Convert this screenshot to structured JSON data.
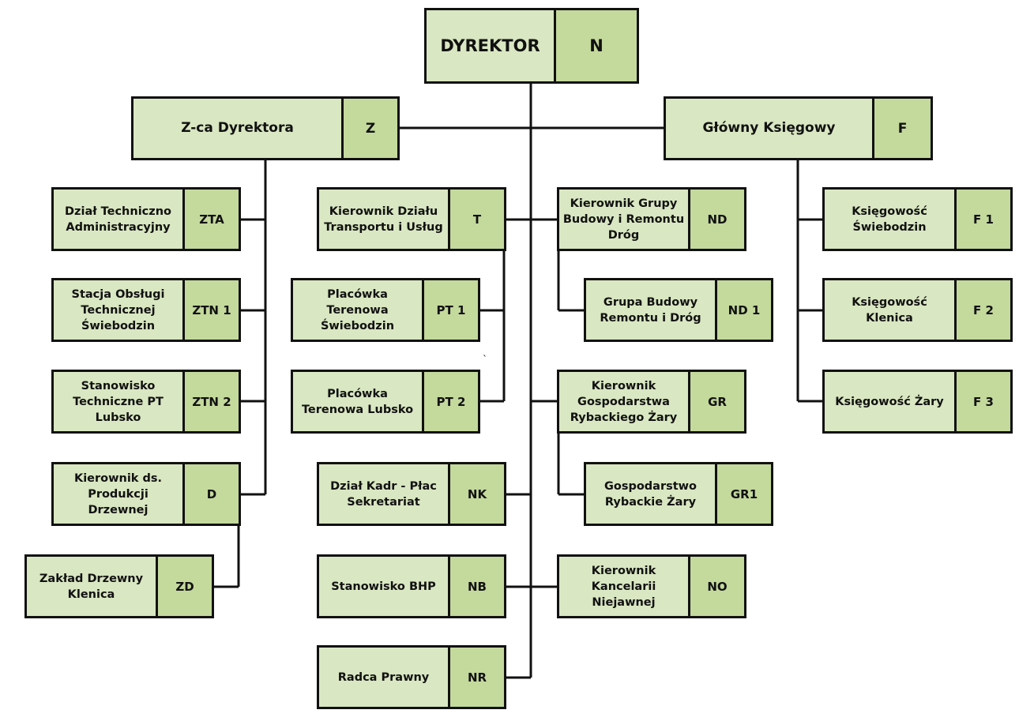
{
  "units": [
    {
      "id": "dyr",
      "label": "DYREKTOR",
      "code": "N"
    },
    {
      "id": "zca",
      "label": "Z-ca Dyrektora",
      "code": "Z"
    },
    {
      "id": "gk",
      "label": "Główny Księgowy",
      "code": "F"
    },
    {
      "id": "zta",
      "label": "Dział Techniczno\nAdministracyjny",
      "code": "ZTA"
    },
    {
      "id": "ztn1",
      "label": "Stacja Obsługi\nTechnicznej\nŚwiebodzin",
      "code": "ZTN 1"
    },
    {
      "id": "ztn2",
      "label": "Stanowisko\nTechniczne PT\nLubsko",
      "code": "ZTN 2"
    },
    {
      "id": "d",
      "label": "Kierownik ds.\nProdukcji\nDrzewnej",
      "code": "D"
    },
    {
      "id": "zd",
      "label": "Zakład Drzewny\nKlenica",
      "code": "ZD"
    },
    {
      "id": "t",
      "label": "Kierownik Działu\nTransportu i Usług",
      "code": "T"
    },
    {
      "id": "pt1",
      "label": "Placówka\nTerenowa\nŚwiebodzin",
      "code": "PT 1"
    },
    {
      "id": "pt2",
      "label": "Placówka\nTerenowa Lubsko",
      "code": "PT 2"
    },
    {
      "id": "nk",
      "label": "Dział Kadr - Płac\nSekretariat",
      "code": "NK"
    },
    {
      "id": "nb",
      "label": "Stanowisko  BHP",
      "code": "NB"
    },
    {
      "id": "nr",
      "label": "Radca Prawny",
      "code": "NR"
    },
    {
      "id": "nd",
      "label": "Kierownik Grupy\nBudowy i Remontu\nDróg",
      "code": "ND"
    },
    {
      "id": "nd1",
      "label": "Grupa Budowy\nRemontu i  Dróg",
      "code": "ND 1"
    },
    {
      "id": "gr",
      "label": "Kierownik\nGospodarstwa\nRybackiego Żary",
      "code": "GR"
    },
    {
      "id": "gr1",
      "label": "Gospodarstwo\nRybackie Żary",
      "code": "GR1"
    },
    {
      "id": "no",
      "label": "Kierownik\nKancelarii\nNiejawnej",
      "code": "NO"
    },
    {
      "id": "f1",
      "label": "Księgowość\nŚwiebodzin",
      "code": "F 1"
    },
    {
      "id": "f2",
      "label": "Księgowość\nKlenica",
      "code": "F 2"
    },
    {
      "id": "f3",
      "label": "Księgowość  Żary",
      "code": "F 3"
    }
  ],
  "stray_mark": "`"
}
